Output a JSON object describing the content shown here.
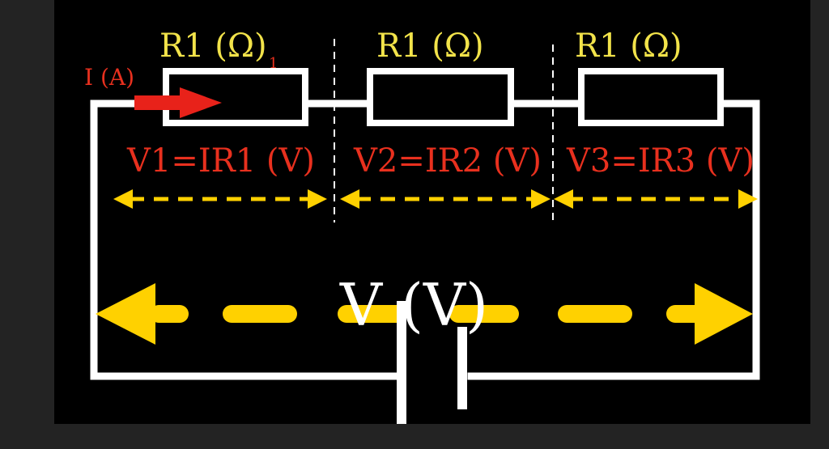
{
  "resistors": [
    {
      "label": "R1 (Ω)"
    },
    {
      "label": "R1 (Ω)"
    },
    {
      "label": "R1 (Ω)"
    }
  ],
  "current_label": "I (A)",
  "stray_mark": "1",
  "voltage_drops": [
    {
      "label": "V1=IR1 (V)"
    },
    {
      "label": "V2=IR2 (V)"
    },
    {
      "label": "V3=IR3 (V)"
    }
  ],
  "source_voltage_label": "V (V)",
  "colors": {
    "background": "#000000",
    "outer_frame": "#232323",
    "wire": "#ffffff",
    "resistor_label": "#f2e34a",
    "drop_label": "#e8301e",
    "current_arrow": "#e8221a",
    "dashed_arrow": "#ffd100"
  }
}
